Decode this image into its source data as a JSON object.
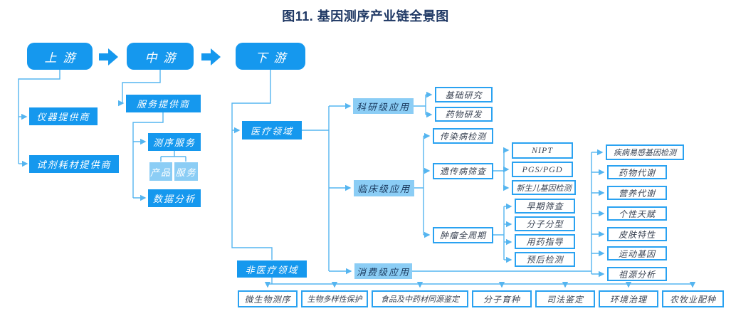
{
  "title": "图11. 基因测序产业链全景图",
  "colors": {
    "solid_box": "#1598EE",
    "light_box": "#8BCDF5",
    "leaf_border": "#2AA2F1",
    "connector_line": "#55B5F0",
    "title_text": "#1F3864"
  },
  "icons": {
    "flow_arrow": "right-block-arrow",
    "connector_arrowhead": "small-triangle"
  },
  "flow": {
    "stages": {
      "upstream": "上游",
      "midstream": "中游",
      "downstream": "下游"
    },
    "upstream": {
      "instrument_provider": "仪器提供商",
      "reagent_provider": "试剂耗材提供商"
    },
    "midstream": {
      "service_provider": "服务提供商",
      "sequencing_service": "测序服务",
      "product": "产品",
      "service": "服务",
      "data_analysis": "数据分析"
    },
    "downstream": {
      "medical_field": "医疗领域",
      "research_app": "科研级应用",
      "research_items": [
        "基础研究",
        "药物研发"
      ],
      "clinical_app": "临床级应用",
      "infectious_detection": "传染病检测",
      "genetic_screening": "遗传病筛查",
      "genetic_items": [
        "NIPT",
        "PGS/PGD",
        "新生儿基因检测"
      ],
      "tumor_cycle": "肿瘤全周期",
      "tumor_items": [
        "早期筛查",
        "分子分型",
        "用药指导",
        "预后检测"
      ],
      "consumer_app": "消费级应用",
      "consumer_items": [
        "疾病易感基因检测",
        "药物代谢",
        "营养代谢",
        "个性天赋",
        "皮肤特性",
        "运动基因",
        "祖源分析"
      ],
      "non_medical_field": "非医疗领域",
      "non_medical_items": [
        "微生物测序",
        "生物多样性保护",
        "食品及中药材同源鉴定",
        "分子育种",
        "司法鉴定",
        "环境治理",
        "农牧业配种"
      ]
    }
  }
}
